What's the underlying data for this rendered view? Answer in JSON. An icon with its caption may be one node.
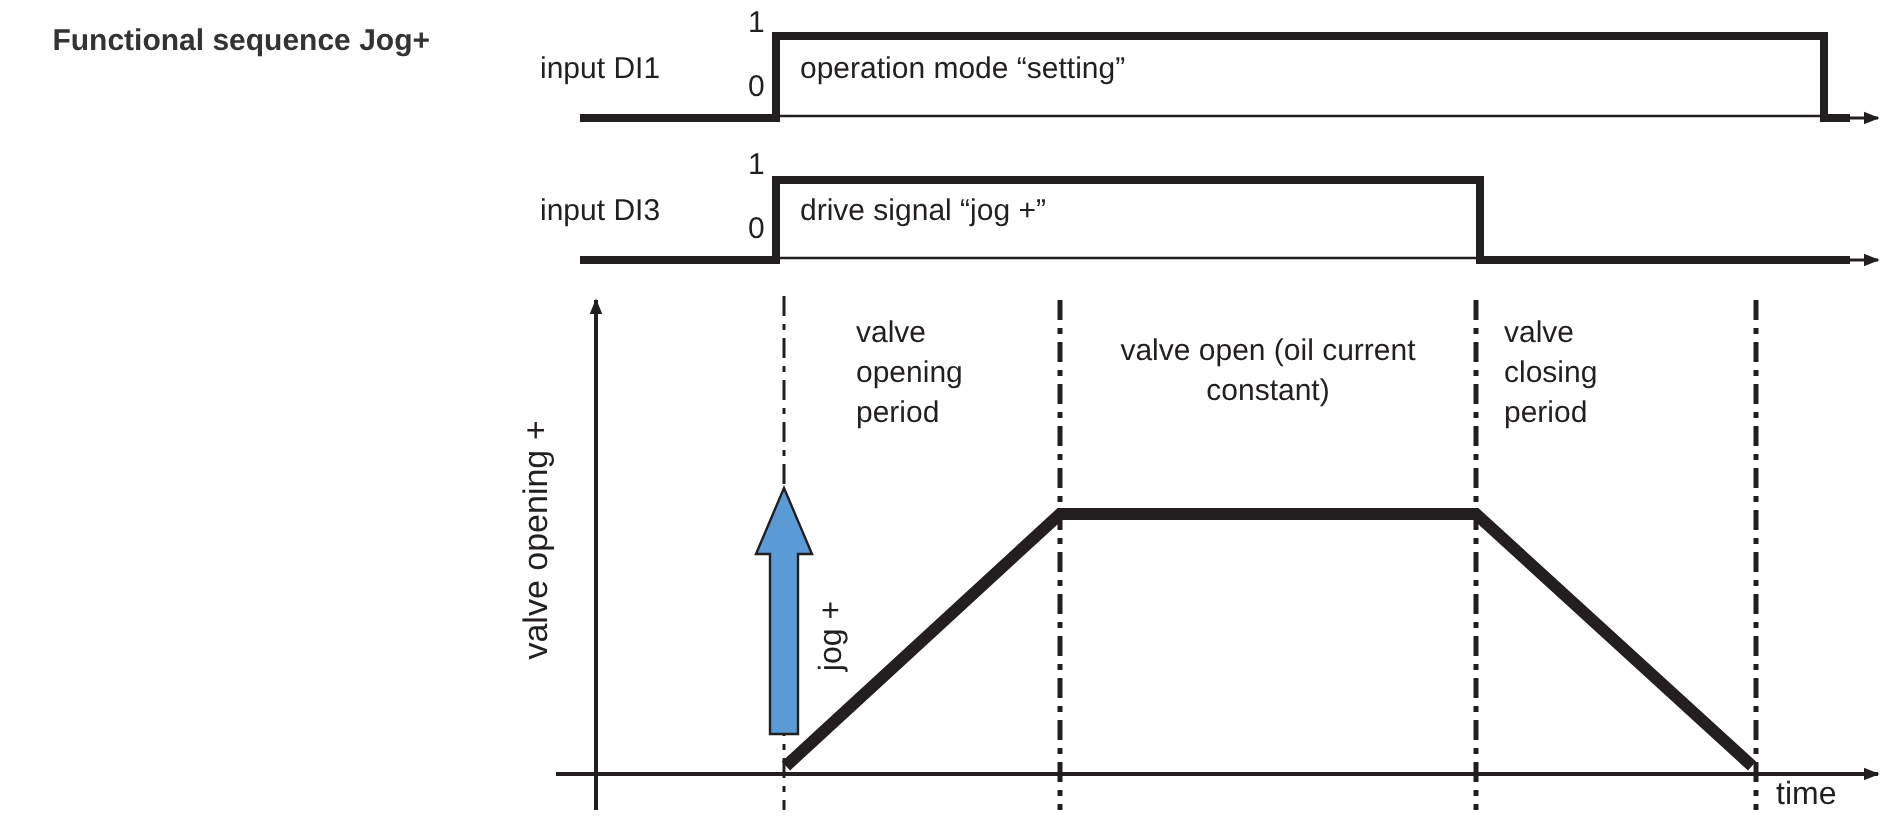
{
  "diagram": {
    "title": "Functional sequence Jog+",
    "labels": [
      "input DI1",
      "1",
      "0",
      "operation mode “setting”",
      "input DI3",
      "1",
      "0",
      "drive signal “jog +”",
      "valve opening +",
      "valve opening period",
      "valve open (oil current constant)",
      "valve closing period",
      "jog +",
      "time"
    ]
  }
}
